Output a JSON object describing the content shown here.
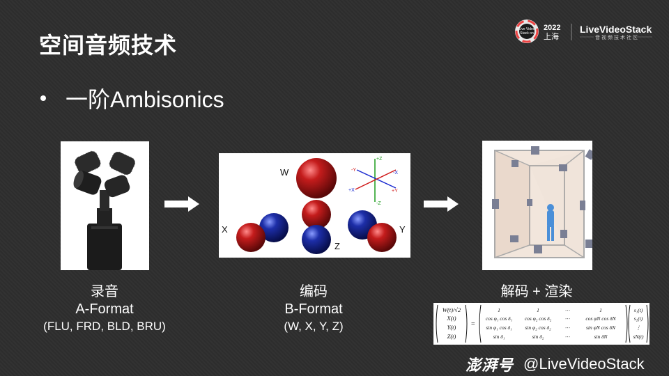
{
  "title": "空间音频技术",
  "logo": {
    "year": "2022",
    "city": "上海",
    "brand": "LiveVideoStack",
    "subtitle": "音视频技术社区",
    "badge_lines": [
      "Live Video",
      "Stack on"
    ]
  },
  "bullet": "一阶Ambisonics",
  "images": {
    "microphone": "ambisonic-microphone",
    "spheres": {
      "w": "W",
      "x": "X",
      "y": "Y",
      "z": "Z"
    },
    "axes": {
      "pz": "+Z",
      "nz": "-Z",
      "px": "+X",
      "nx": "-X",
      "py": "+Y",
      "ny": "-Y"
    },
    "room": "speaker-room-render"
  },
  "steps": [
    {
      "title": "录音",
      "format": "A-Format",
      "detail": "(FLU, FRD, BLD, BRU)"
    },
    {
      "title": "编码",
      "format": "B-Format",
      "detail": "(W, X, Y, Z)"
    },
    {
      "title": "解码 + 渲染"
    }
  ],
  "formula": {
    "lhs": [
      "W(t)/√2",
      "X(t)",
      "Y(t)",
      "Z(t)"
    ],
    "rows": [
      [
        "1",
        "1",
        "⋯",
        "1"
      ],
      [
        "cos φ₁ cos δ₁",
        "cos φ₂ cos δ₂",
        "⋯",
        "cos φN cos δN"
      ],
      [
        "sin φ₁ cos δ₁",
        "sin φ₂ cos δ₂",
        "⋯",
        "sin φN cos δN"
      ],
      [
        "sin δ₁",
        "sin δ₂",
        "⋯",
        "sin δN"
      ]
    ],
    "rhs": [
      "s₁(t)",
      "s₂(t)",
      "⋮",
      "sN(t)"
    ]
  },
  "watermark": {
    "brand": "澎湃号",
    "handle": "@LiveVideoStack"
  },
  "colors": {
    "background": "#2e2e2e",
    "sphere_red": "#b01818",
    "sphere_blue": "#1a2a9a"
  }
}
